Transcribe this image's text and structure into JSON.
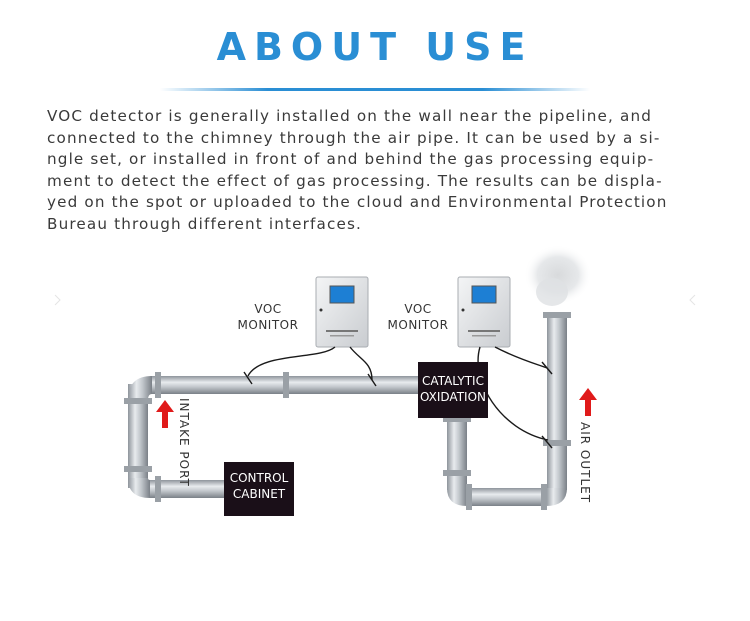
{
  "heading": "ABOUT USE",
  "description": {
    "lines": [
      "VOC detector is generally installed on the wall near the pipeline, and",
      "connected to the chimney through the air pipe. It can be used by a si-",
      "ngle set, or installed in front of and behind the gas processing equip-",
      "ment to detect the effect of gas processing. The results can be displa-",
      "yed on the spot or uploaded to the cloud and Environmental Protection",
      "Bureau through different interfaces."
    ]
  },
  "diagram": {
    "monitor_left": {
      "label_line1": "VOC",
      "label_line2": "MONITOR"
    },
    "monitor_right": {
      "label_line1": "VOC",
      "label_line2": "MONITOR"
    },
    "catalytic": {
      "line1": "CATALYTIC",
      "line2": "OXIDATION"
    },
    "control": {
      "line1": "CONTROL",
      "line2": "CABINET"
    },
    "intake_port": "INTAKE PORT",
    "air_outlet": "AIR OUTLET",
    "colors": {
      "pipe": "#b9bec4",
      "box": "#1a0f18",
      "arrow": "#e01a1a",
      "accent": "#2a8ed4"
    }
  }
}
